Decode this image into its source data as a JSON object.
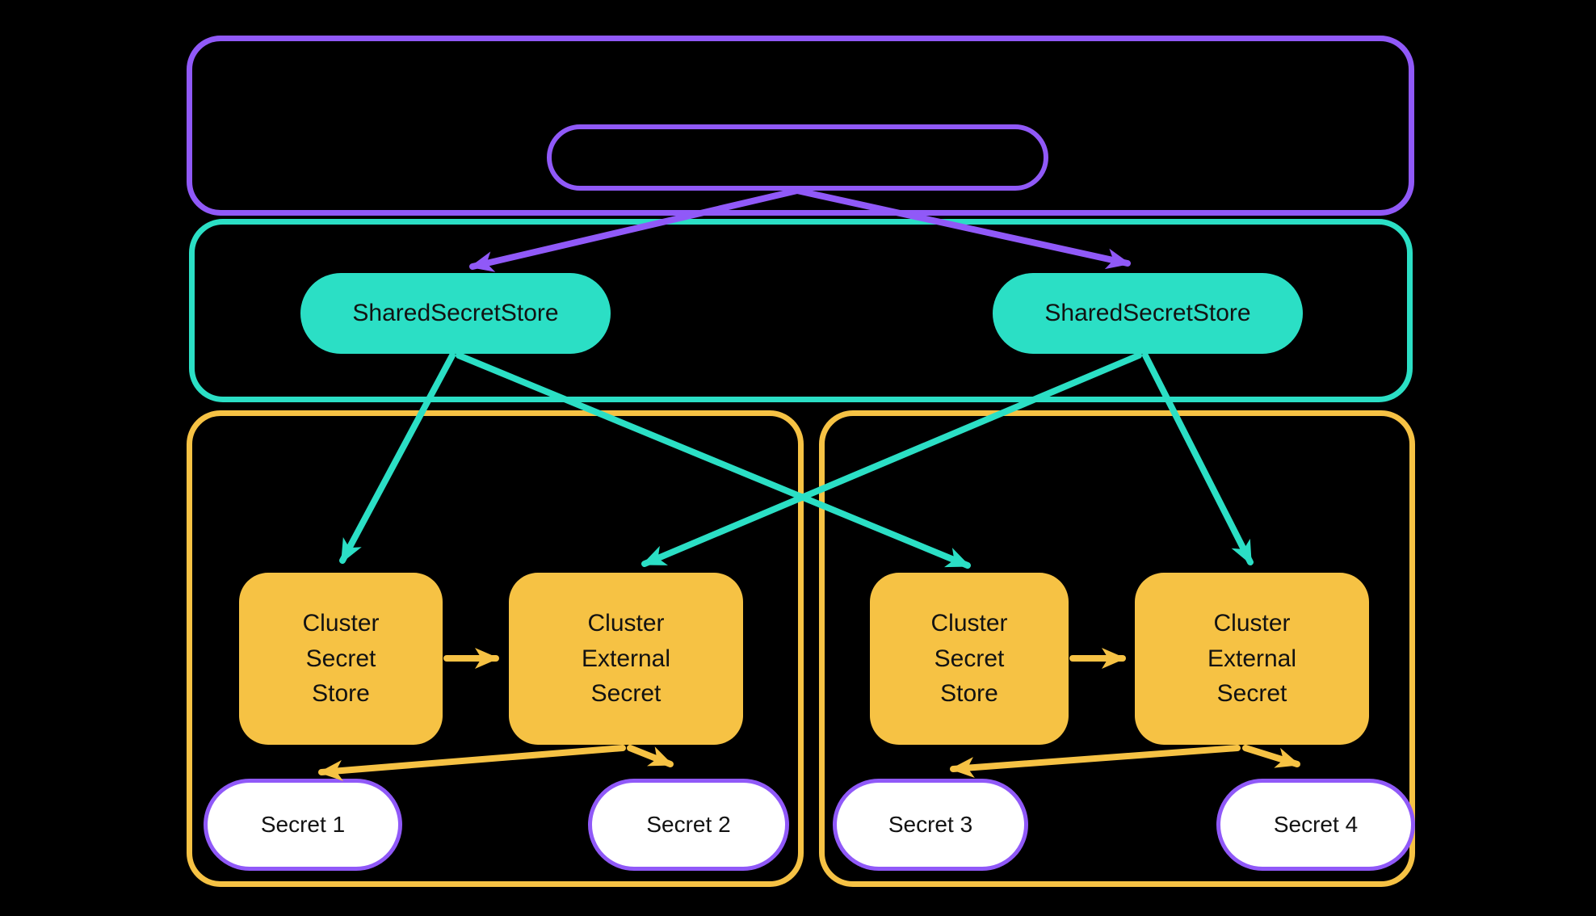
{
  "colors": {
    "background": "#000000",
    "purple": "#9059F8",
    "teal": "#2BDFC5",
    "yellow": "#F6C244",
    "secret_fill": "#FFFFFF",
    "label_text": "#121212"
  },
  "shared_layer": {
    "stores": [
      {
        "label": "SharedSecretStore"
      },
      {
        "label": "SharedSecretStore"
      }
    ]
  },
  "clusters": [
    {
      "secret_store_label": "Cluster\nSecret\nStore",
      "external_secret_label": "Cluster\nExternal\nSecret",
      "secrets": [
        {
          "label": "Secret 1"
        },
        {
          "label": "Secret 2"
        }
      ]
    },
    {
      "secret_store_label": "Cluster\nSecret\nStore",
      "external_secret_label": "Cluster\nExternal\nSecret",
      "secrets": [
        {
          "label": "Secret 3"
        },
        {
          "label": "Secret 4"
        }
      ]
    }
  ]
}
